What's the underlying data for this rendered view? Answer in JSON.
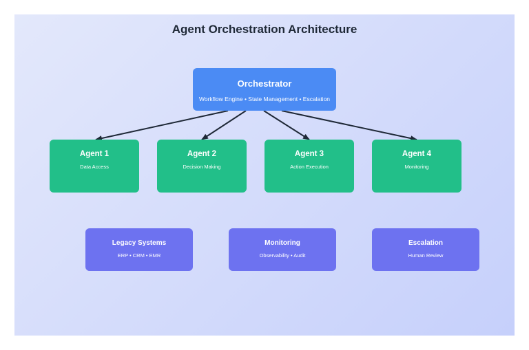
{
  "title": "Agent Orchestration Architecture",
  "orchestrator": {
    "title": "Orchestrator",
    "subtitle": "Workflow Engine • State Management • Escalation"
  },
  "agents": [
    {
      "title": "Agent 1",
      "subtitle": "Data Access"
    },
    {
      "title": "Agent 2",
      "subtitle": "Decision Making"
    },
    {
      "title": "Agent 3",
      "subtitle": "Action Execution"
    },
    {
      "title": "Agent 4",
      "subtitle": "Monitoring"
    }
  ],
  "systems": [
    {
      "title": "Legacy Systems",
      "subtitle": "ERP • CRM • EMR"
    },
    {
      "title": "Monitoring",
      "subtitle": "Observability • Audit"
    },
    {
      "title": "Escalation",
      "subtitle": "Human Review"
    }
  ],
  "edges": [
    {
      "from": "orchestrator",
      "to": "agent-1"
    },
    {
      "from": "orchestrator",
      "to": "agent-2"
    },
    {
      "from": "orchestrator",
      "to": "agent-3"
    },
    {
      "from": "orchestrator",
      "to": "agent-4"
    }
  ],
  "colors": {
    "orchestrator": "#4b8bf4",
    "agent": "#22bf89",
    "system": "#6d72f0",
    "arrow": "#1f2937"
  }
}
